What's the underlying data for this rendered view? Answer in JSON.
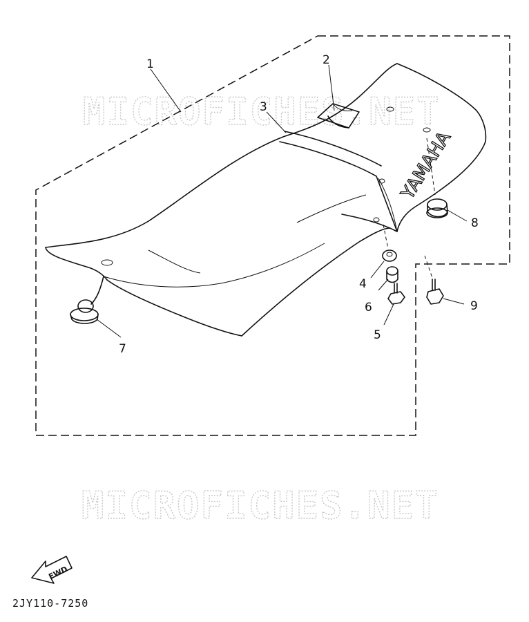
{
  "watermark": {
    "text": "MICROFICHES.NET"
  },
  "diagram_code": "2JY110-7250",
  "fwd_label": "FWD",
  "seat_brand": "YAMAHA",
  "callouts": [
    {
      "id": "1",
      "label": "1"
    },
    {
      "id": "2",
      "label": "2"
    },
    {
      "id": "3",
      "label": "3"
    },
    {
      "id": "4",
      "label": "4"
    },
    {
      "id": "5",
      "label": "5"
    },
    {
      "id": "6",
      "label": "6"
    },
    {
      "id": "7",
      "label": "7"
    },
    {
      "id": "8",
      "label": "8"
    },
    {
      "id": "9",
      "label": "9"
    }
  ]
}
